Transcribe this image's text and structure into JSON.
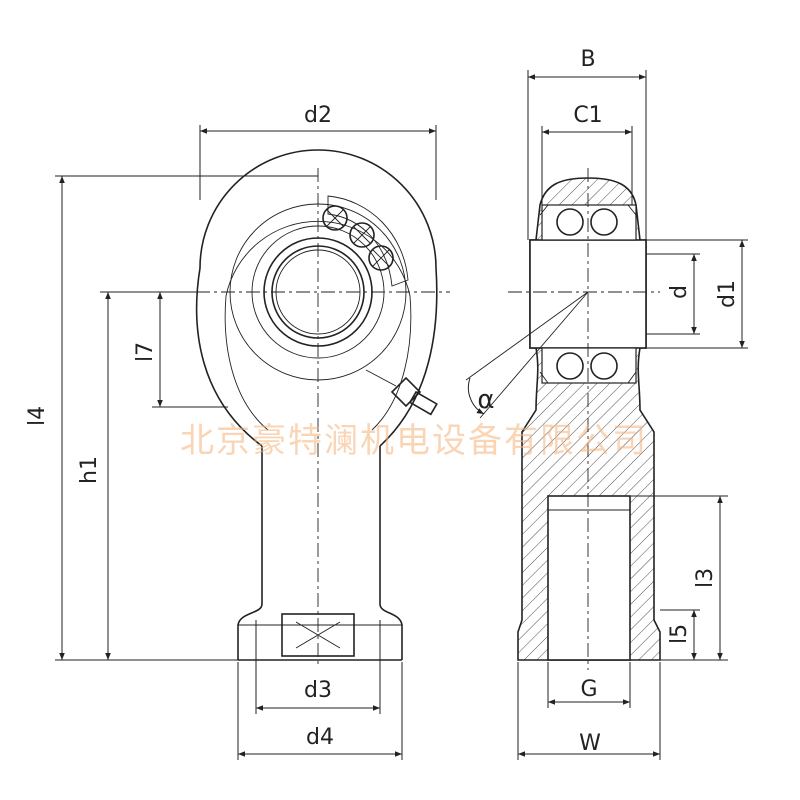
{
  "labels": {
    "d2": "d2",
    "l4": "l4",
    "h1": "h1",
    "l7": "l7",
    "d3": "d3",
    "d4": "d4",
    "B": "B",
    "C1": "C1",
    "d": "d",
    "d1": "d1",
    "alpha": "α",
    "l3": "l3",
    "l5": "l5",
    "G": "G",
    "W": "W"
  },
  "watermark": "北京豪特澜机电设备有限公司",
  "colors": {
    "line": "#222222",
    "watermark": "#f4b27a",
    "background": "#ffffff"
  }
}
